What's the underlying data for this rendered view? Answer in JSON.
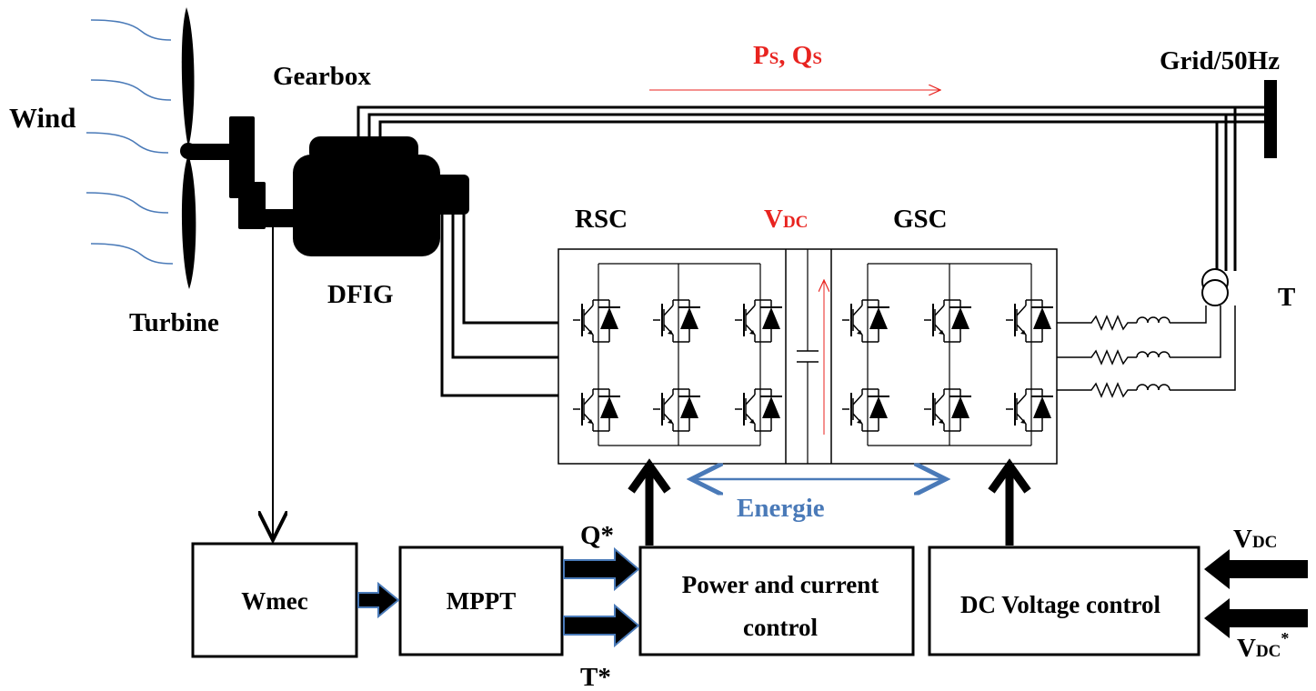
{
  "labels": {
    "wind": "Wind",
    "turbine": "Turbine",
    "gearbox": "Gearbox",
    "dfig": "DFIG",
    "power_main": "P",
    "power_sub": "S",
    "power_sep": ", Q",
    "power_sub2": "S",
    "grid": "Grid/50Hz",
    "rsc": "RSC",
    "gsc": "GSC",
    "vdc_main": "V",
    "vdc_sub": "DC",
    "transformer": "T",
    "energie": "Energie",
    "q_ref": "Q*",
    "t_ref": "T*",
    "in1_main": "V",
    "in1_sub": "DC",
    "in2_main": "V",
    "in2_sub": "DC",
    "in2_sup": "*"
  },
  "blocks": {
    "wmec": "Wmec",
    "mppt": "MPPT",
    "power_control_line1": "Power and current",
    "power_control_line2": "control",
    "dc_control": "DC Voltage control"
  },
  "colors": {
    "red": "#e8231f",
    "blue": "#4a7ab8",
    "black": "#000000",
    "wind_line": "#4a7ab8"
  }
}
